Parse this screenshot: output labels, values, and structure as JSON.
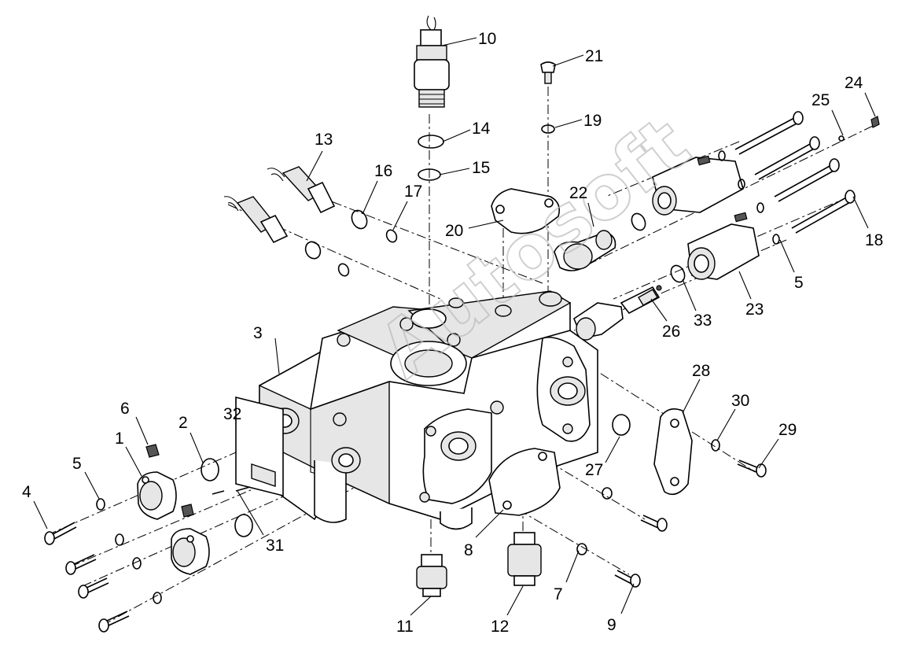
{
  "diagram": {
    "callouts": [
      "1",
      "2",
      "3",
      "4",
      "5",
      "5",
      "6",
      "7",
      "8",
      "9",
      "10",
      "11",
      "12",
      "13",
      "14",
      "15",
      "16",
      "17",
      "18",
      "19",
      "20",
      "21",
      "22",
      "23",
      "24",
      "25",
      "26",
      "27",
      "28",
      "29",
      "30",
      "31",
      "32",
      "33"
    ]
  },
  "watermark": {
    "text": "Autosoft"
  },
  "colors": {
    "ink": "#000000",
    "paper": "#ffffff",
    "watermark": "#bbbbbb"
  }
}
